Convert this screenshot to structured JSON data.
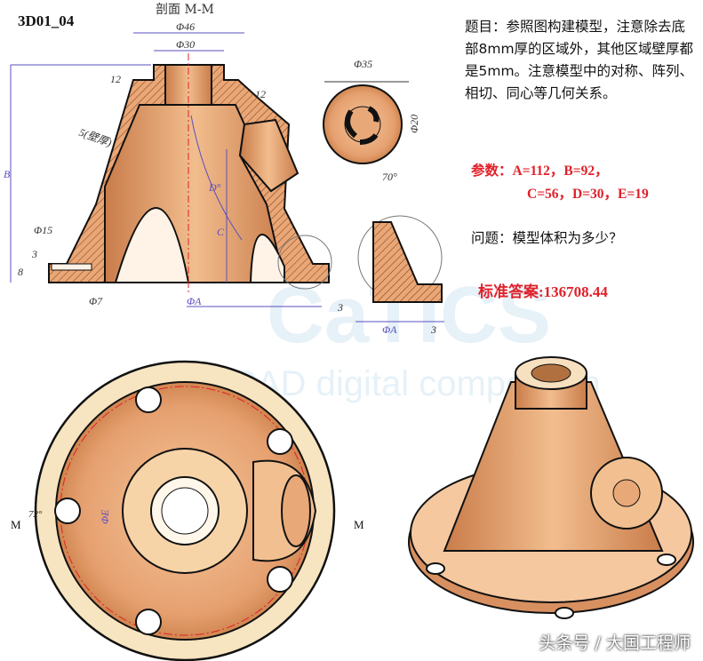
{
  "drawing": {
    "id": "3D01_04",
    "section_title": "剖面 M-M",
    "dimensions": {
      "d46": "Φ46",
      "d30": "Φ30",
      "h12": "12",
      "w12": "12",
      "wall": "5(壁厚)",
      "B": "B",
      "D": "D°",
      "C": "C",
      "d15": "Φ15",
      "h3": "3",
      "h8": "8",
      "d7": "Φ7",
      "dA": "ΦA",
      "off3": "3",
      "d35": "Φ35",
      "d20": "Φ20",
      "ang70": "70°",
      "detail_dA": "ΦA",
      "detail_3": "3",
      "M_left": "M",
      "M_right": "M",
      "ang72": "72°",
      "dE": "ΦE"
    },
    "watermark": {
      "logo": "CaTICS",
      "tagline": "CAD digital competition"
    }
  },
  "problem": {
    "text": "题目：参照图构建模型，注意除去底部8mm厚的区域外，其他区域壁厚都是5mm。注意模型中的对称、阵列、相切、同心等几何关系。",
    "params_line1": "参数：A=112，B=92，",
    "params_line2": "C=56，D=30，E=19",
    "question": "问题：模型体积为多少？",
    "answer": "标准答案:136708.44"
  },
  "footer": "头条号 / 大国工程师",
  "colors": {
    "body": "#e8a878",
    "hatch": "#d98a50",
    "dim": "#5a4fc0",
    "red": "#e0202a"
  }
}
